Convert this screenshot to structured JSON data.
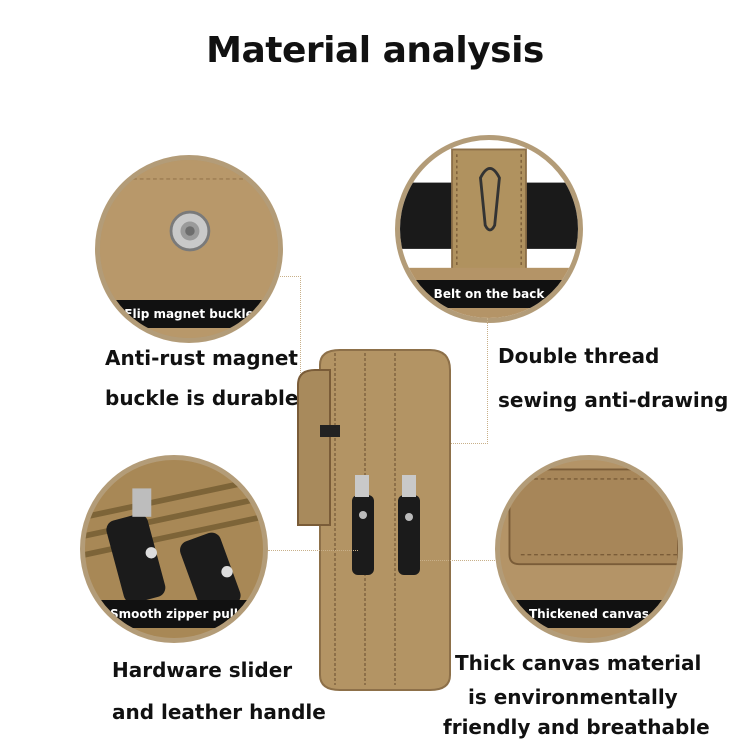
{
  "title": "Material analysis",
  "callouts": {
    "top_left": {
      "badge": "Flip magnet buckle",
      "caption_line1": "Anti-rust magnet",
      "caption_line2": "buckle is durable"
    },
    "top_right": {
      "badge": "Belt on the back",
      "caption_line1": "Double thread",
      "caption_line2": "sewing anti-drawing"
    },
    "bottom_left": {
      "badge": "Smooth zipper pull",
      "caption_line1": "Hardware slider",
      "caption_line2": "and leather handle"
    },
    "bottom_right": {
      "badge": "Thickened canvas",
      "caption_line1": "Thick canvas material",
      "caption_line2": "is environmentally",
      "caption_line3": "friendly and breathable"
    }
  },
  "colors": {
    "canvas": "#b49467",
    "canvas_dark": "#8d7049",
    "ring": "#b39c78",
    "badge_bg": "#111111"
  }
}
